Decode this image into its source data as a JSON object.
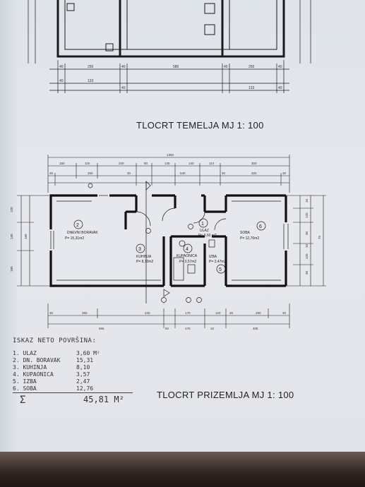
{
  "foundation_title": "TLOCRT TEMELJA  MJ  1: 100",
  "ground_title": "TLOCRT PRIZEMLJA  MJ  1: 100",
  "top_dims_row1": [
    "40",
    "250",
    "40",
    "580",
    "40",
    "250",
    "40"
  ],
  "top_dims_row2": [
    "40",
    "133",
    "40",
    "133",
    "40"
  ],
  "plan_dims_top": {
    "overall": "1350",
    "row_a": [
      "150",
      "115",
      "220",
      "90",
      "130",
      "140",
      "114",
      "300"
    ],
    "row_b": [
      "30",
      "250",
      "30",
      "540",
      "30",
      "320",
      "30"
    ]
  },
  "plan_dims_bottom": {
    "row_a": [
      "30",
      "350",
      "240",
      "170",
      "120",
      "25",
      "290",
      "30"
    ],
    "row_b": [
      "565",
      "60",
      "170",
      "10",
      "405"
    ]
  },
  "plan_dims_left": [
    "120",
    "160",
    "180",
    "140"
  ],
  "plan_dims_right": [
    "10",
    "120",
    "30",
    "10",
    "120",
    "30",
    "75"
  ],
  "rooms": [
    {
      "num": "2",
      "name": "DNEVNI BORAVAK",
      "area": "P= 15,31m2"
    },
    {
      "num": "3",
      "name": "KUHINJA",
      "area": "P= 8,10m2"
    },
    {
      "num": "1",
      "name": "ULAZ",
      "area": "P= 3,60 m2"
    },
    {
      "num": "4",
      "name": "KUPAONICA",
      "area": "P=\n3,57m2"
    },
    {
      "num": "5",
      "name": "IZBA",
      "area": "P= 2,47m2"
    },
    {
      "num": "6",
      "name": "SOBA",
      "area": "P= 12,76m2"
    }
  ],
  "area_list": {
    "heading": "ISKAZ NETO POVRŠINA:",
    "items": [
      {
        "name": "1. ULAZ",
        "value": "3,60 M²"
      },
      {
        "name": "2. DN. BORAVAK",
        "value": "15,31"
      },
      {
        "name": "3. KUHINJA",
        "value": "8,10"
      },
      {
        "name": "4. KUPAONICA",
        "value": "3,57"
      },
      {
        "name": "5. IZBA",
        "value": "2,47"
      },
      {
        "name": "6. SOBA",
        "value": "12,76"
      }
    ],
    "total_symbol": "Σ",
    "total_value": "45,81 M²"
  },
  "colors": {
    "ink": "#1b1b1b",
    "paper": "#e2e4ea",
    "table": "#2a201c"
  }
}
